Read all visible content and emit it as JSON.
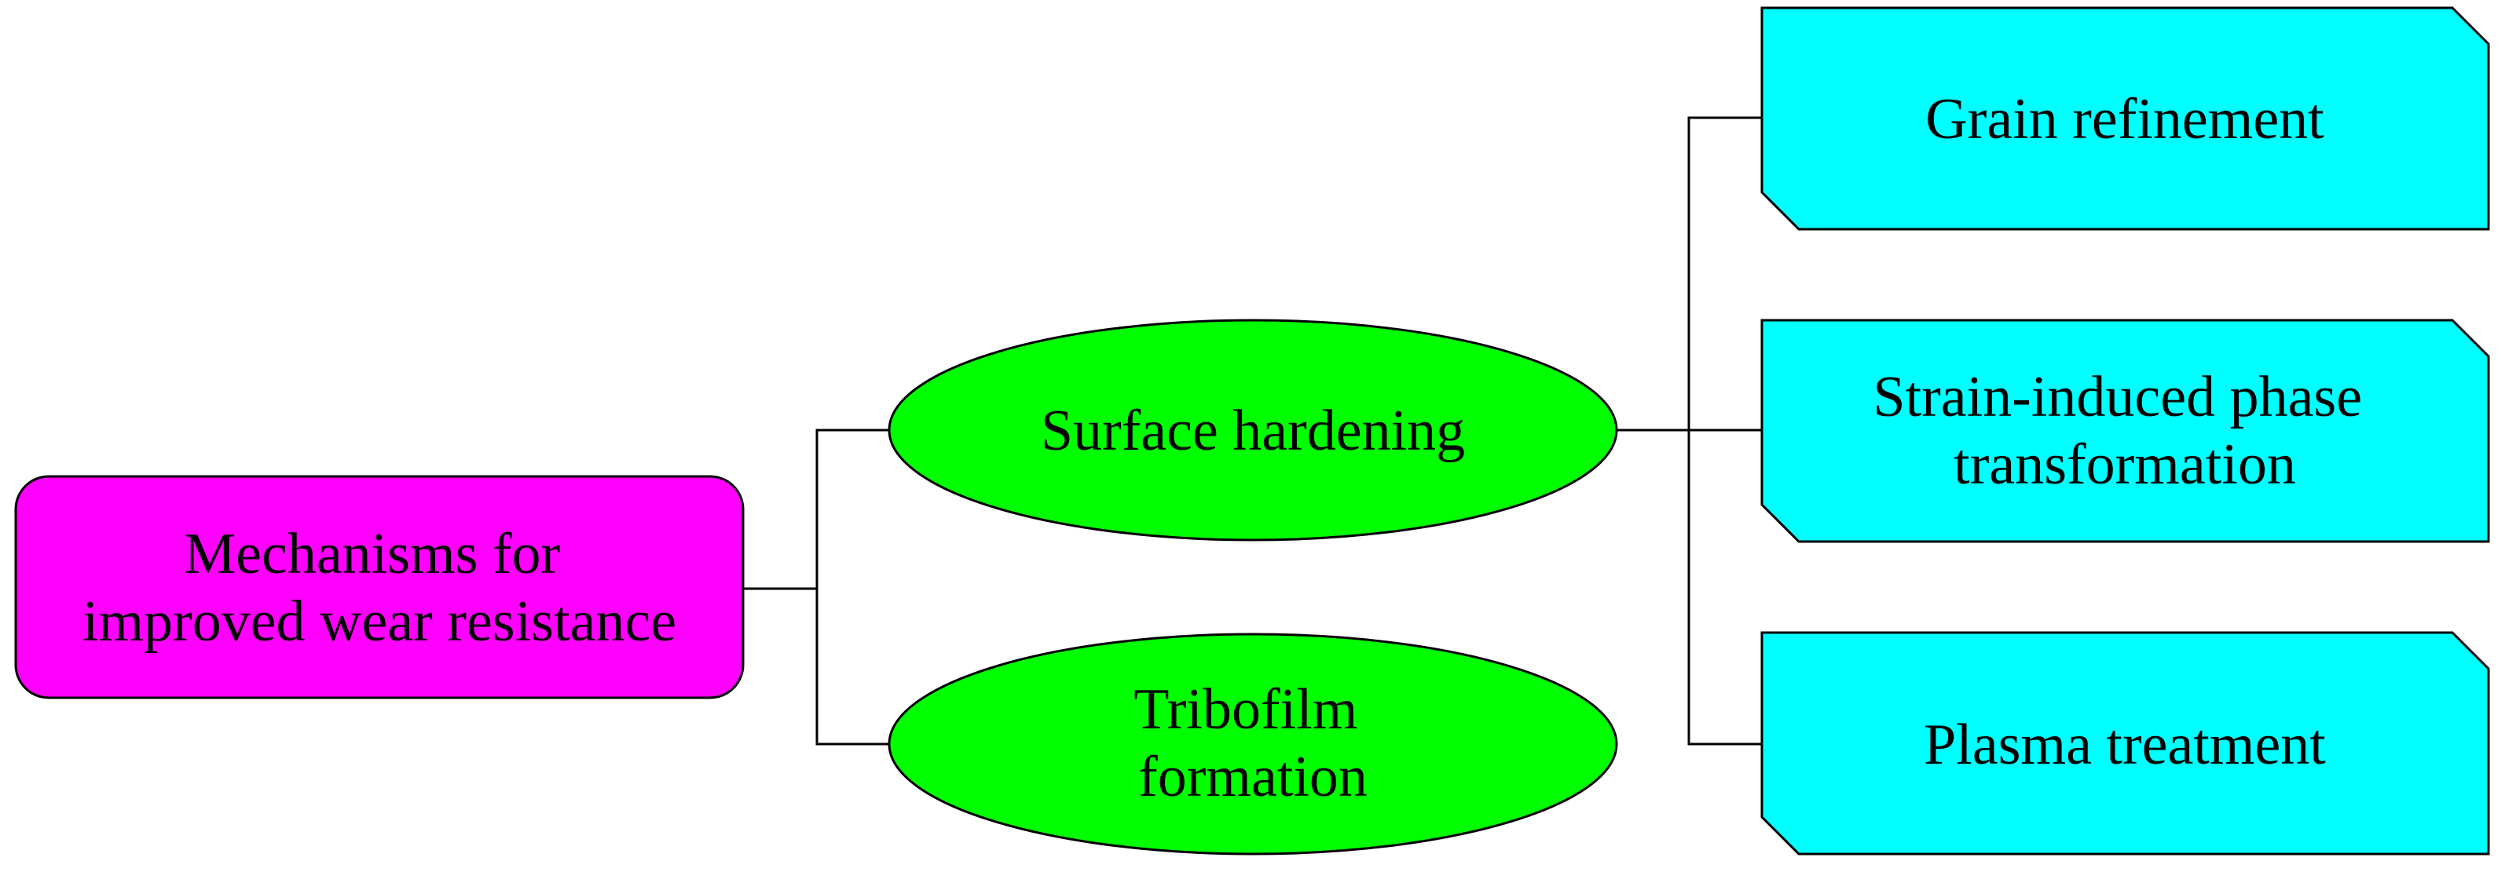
{
  "colors": {
    "root_fill": "#ff00ff",
    "mechanism_fill": "#00ff00",
    "method_fill": "#00ffff",
    "stroke": "#000000",
    "background": "#ffffff"
  },
  "root": {
    "label_lines": [
      "Mechanisms for",
      "improved wear resistance"
    ]
  },
  "mechanisms": [
    {
      "label_lines": [
        "Surface hardening"
      ],
      "methods": [
        {
          "label_lines": [
            "Grain refinement"
          ]
        },
        {
          "label_lines": [
            "Strain-induced phase",
            "transformation"
          ]
        },
        {
          "label_lines": [
            "Plasma treatment"
          ]
        }
      ]
    },
    {
      "label_lines": [
        "Tribofilm",
        "formation"
      ],
      "methods": []
    }
  ]
}
